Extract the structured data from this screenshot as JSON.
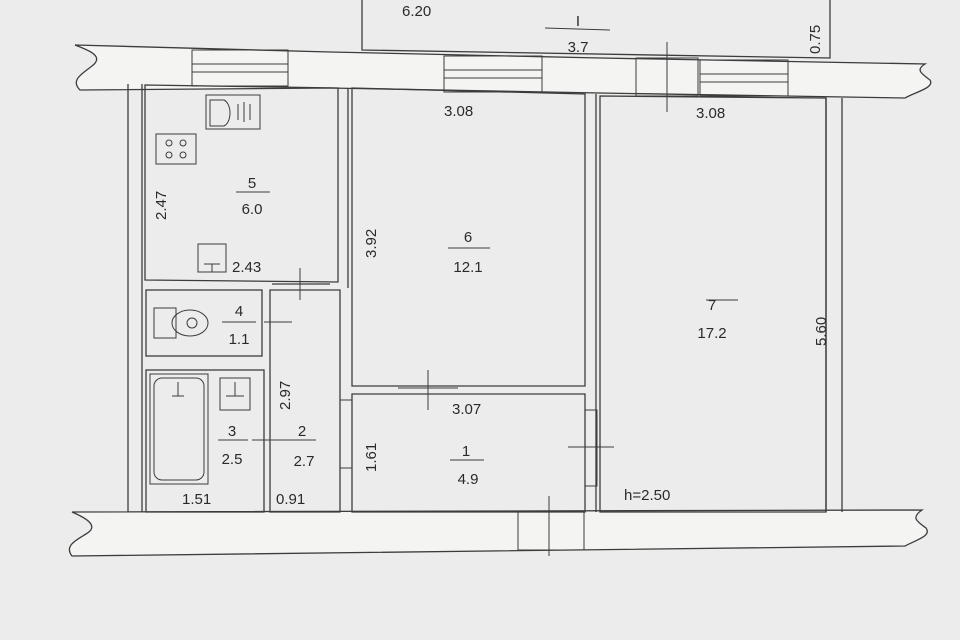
{
  "plan": {
    "balcony": {
      "label": "I",
      "area": "3.7",
      "length": "6.20",
      "depth": "0.75"
    },
    "rooms": [
      {
        "number": "5",
        "area": "6.0"
      },
      {
        "number": "4",
        "area": "1.1"
      },
      {
        "number": "3",
        "area": "2.5"
      },
      {
        "number": "2",
        "area": "2.7"
      },
      {
        "number": "6",
        "area": "12.1"
      },
      {
        "number": "1",
        "area": "4.9"
      },
      {
        "number": "7",
        "area": "17.2"
      }
    ],
    "dimensions": {
      "room6_top": "3.08",
      "room7_top": "3.08",
      "kitchen_height": "2.47",
      "kitchen_width": "2.43",
      "room6_height": "3.92",
      "hall_length": "2.97",
      "room1_width": "3.07",
      "room1_height": "1.61",
      "bath_width": "1.51",
      "hall_width": "0.91",
      "room7_height": "5.60"
    },
    "ceiling_height": "h=2.50"
  }
}
